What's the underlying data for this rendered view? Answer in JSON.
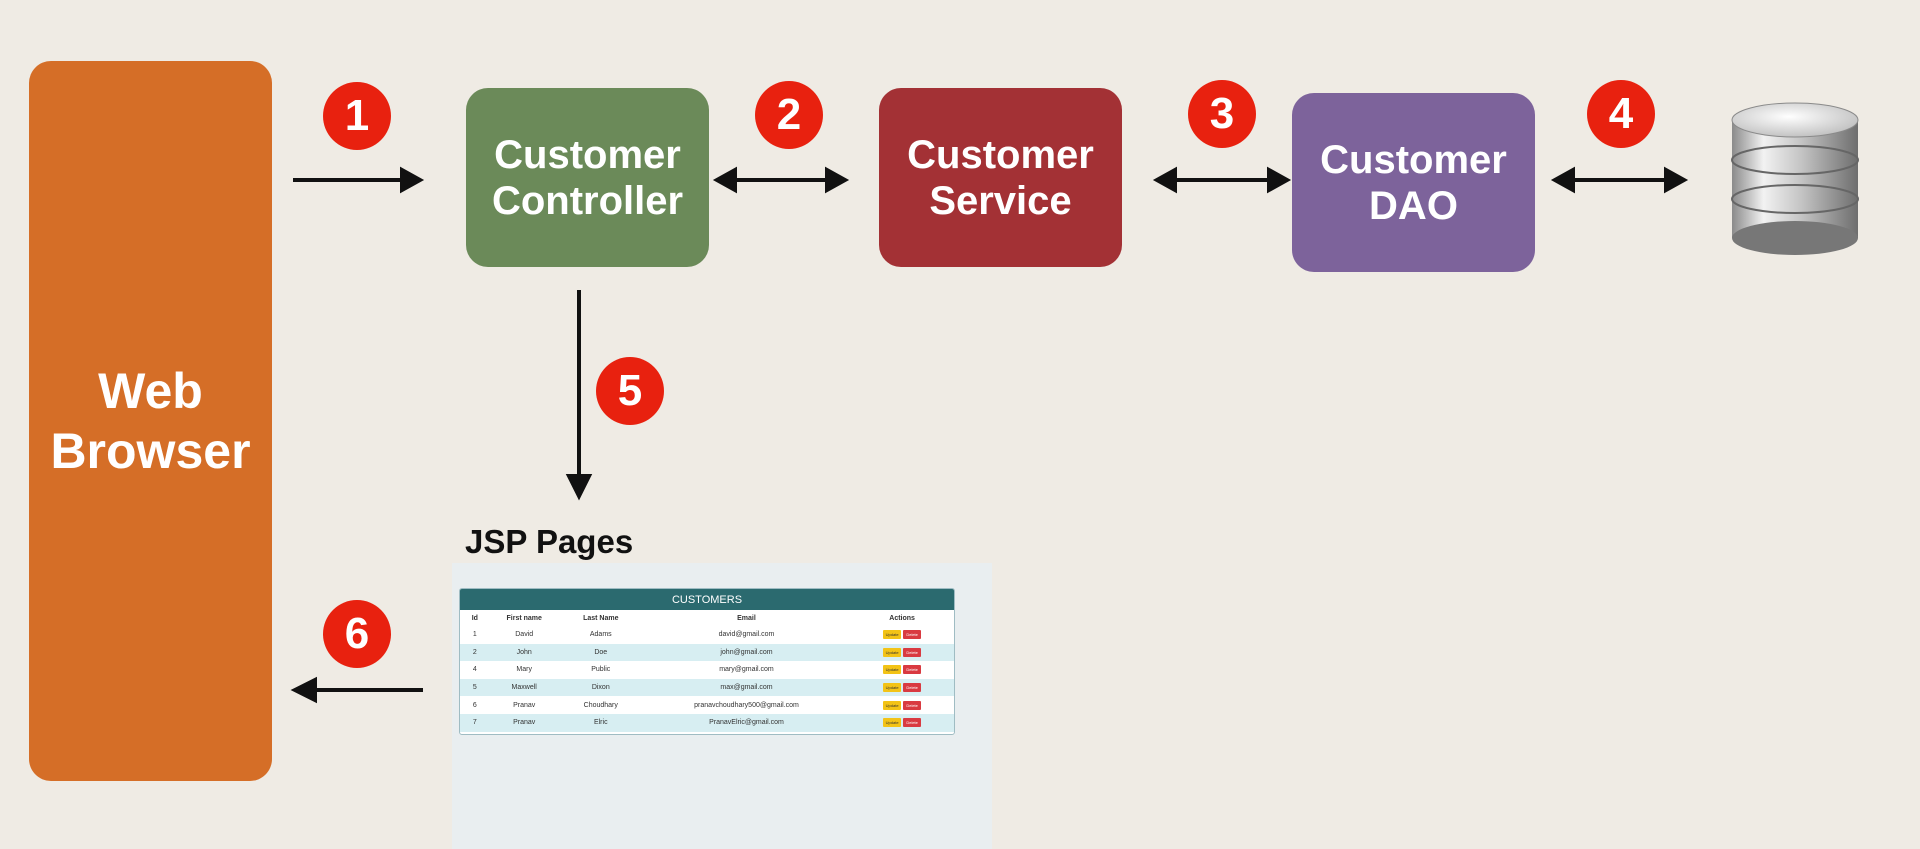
{
  "nodes": {
    "browser": "Web\nBrowser",
    "controller": "Customer\nController",
    "service": "Customer\nService",
    "dao": "Customer\nDAO",
    "jsp_title": "JSP Pages"
  },
  "steps": [
    "1",
    "2",
    "3",
    "4",
    "5",
    "6"
  ],
  "colors": {
    "browser": "#d56e27",
    "controller": "#6b8a59",
    "service": "#a33135",
    "dao": "#7d639b",
    "badge": "#e8210f",
    "background": "#efebe4"
  },
  "icons": {
    "database": "database-icon"
  },
  "customers_table": {
    "title": "CUSTOMERS",
    "headers": [
      "Id",
      "First name",
      "Last Name",
      "Email",
      "Actions"
    ],
    "update_label": "Update",
    "delete_label": "Delete",
    "rows": [
      {
        "id": "1",
        "first": "David",
        "last": "Adams",
        "email": "david@gmail.com"
      },
      {
        "id": "2",
        "first": "John",
        "last": "Doe",
        "email": "john@gmail.com"
      },
      {
        "id": "4",
        "first": "Mary",
        "last": "Public",
        "email": "mary@gmail.com"
      },
      {
        "id": "5",
        "first": "Maxwell",
        "last": "Dixon",
        "email": "max@gmail.com"
      },
      {
        "id": "6",
        "first": "Pranav",
        "last": "Choudhary",
        "email": "pranavchoudhary500@gmail.com"
      },
      {
        "id": "7",
        "first": "Pranav",
        "last": "Elric",
        "email": "PranavElric@gmail.com"
      }
    ]
  }
}
